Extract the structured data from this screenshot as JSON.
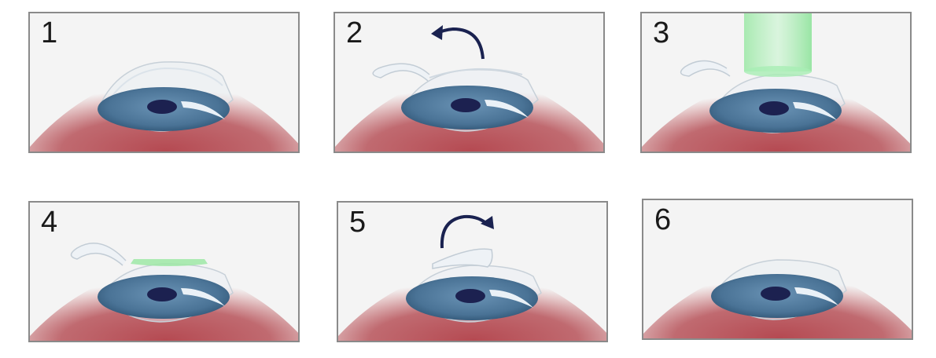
{
  "steps": [
    {
      "label": "1"
    },
    {
      "label": "2"
    },
    {
      "label": "3"
    },
    {
      "label": "4"
    },
    {
      "label": "5"
    },
    {
      "label": "6"
    }
  ],
  "colors": {
    "face": "#b54a52",
    "iris": "#4a7396",
    "pupil": "#1c2150",
    "laser": "#7be08a",
    "arrow": "#1a2250",
    "border": "#8a8a8a"
  }
}
